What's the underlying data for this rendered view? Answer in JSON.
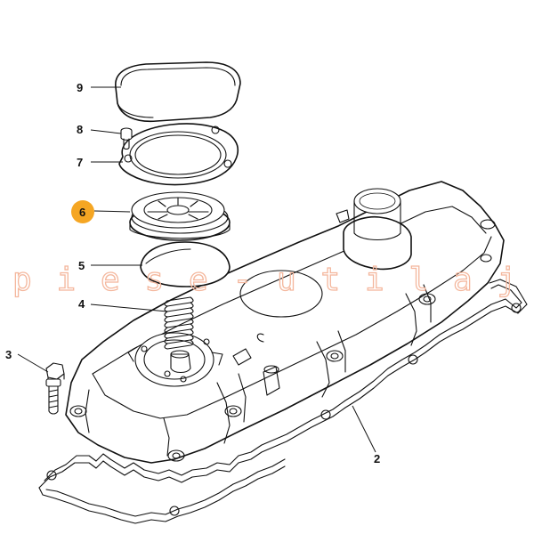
{
  "callouts": {
    "c9": "9",
    "c8": "8",
    "c7": "7",
    "c6": "6",
    "c5": "5",
    "c4": "4",
    "c3": "3",
    "c2": "2"
  },
  "highlight_color": "#f5a623",
  "watermark": {
    "chars": [
      "p",
      "i",
      "e",
      "s",
      "e",
      "-",
      "u",
      "t",
      "i",
      "l",
      "a",
      "j"
    ],
    "color": "#f4b79d"
  }
}
